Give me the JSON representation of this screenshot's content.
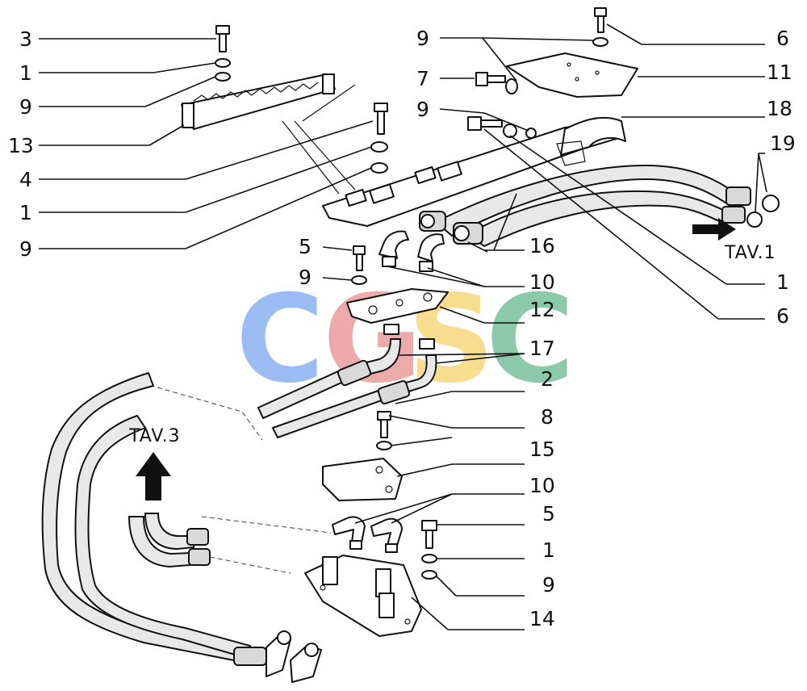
{
  "labels_left": [
    {
      "key": "3",
      "text": "3"
    },
    {
      "key": "1a",
      "text": "1"
    },
    {
      "key": "9a",
      "text": "9"
    },
    {
      "key": "13",
      "text": "13"
    },
    {
      "key": "4",
      "text": "4"
    },
    {
      "key": "1b",
      "text": "1"
    },
    {
      "key": "9b",
      "text": "9"
    },
    {
      "key": "5a",
      "text": "5"
    },
    {
      "key": "9c",
      "text": "9"
    },
    {
      "key": "9d",
      "text": "9"
    },
    {
      "key": "7",
      "text": "7"
    },
    {
      "key": "9e",
      "text": "9"
    }
  ],
  "labels_right": [
    {
      "key": "6a",
      "text": "6"
    },
    {
      "key": "11",
      "text": "11"
    },
    {
      "key": "18",
      "text": "18"
    },
    {
      "key": "19",
      "text": "19"
    },
    {
      "key": "16",
      "text": "16"
    },
    {
      "key": "1c",
      "text": "1"
    },
    {
      "key": "6b",
      "text": "6"
    },
    {
      "key": "10a",
      "text": "10"
    },
    {
      "key": "12",
      "text": "12"
    },
    {
      "key": "17",
      "text": "17"
    },
    {
      "key": "2",
      "text": "2"
    },
    {
      "key": "8",
      "text": "8"
    },
    {
      "key": "15",
      "text": "15"
    },
    {
      "key": "10b",
      "text": "10"
    },
    {
      "key": "5b",
      "text": "5"
    },
    {
      "key": "1d",
      "text": "1"
    },
    {
      "key": "9f",
      "text": "9"
    },
    {
      "key": "14",
      "text": "14"
    }
  ],
  "references": {
    "tav1": "TAV.1",
    "tav3": "TAV.3"
  },
  "watermark": {
    "letters": [
      "C",
      "G",
      "S",
      "C"
    ],
    "colors": [
      "#4a86e8",
      "#e06666",
      "#f1c232",
      "#2e9e6b"
    ]
  }
}
